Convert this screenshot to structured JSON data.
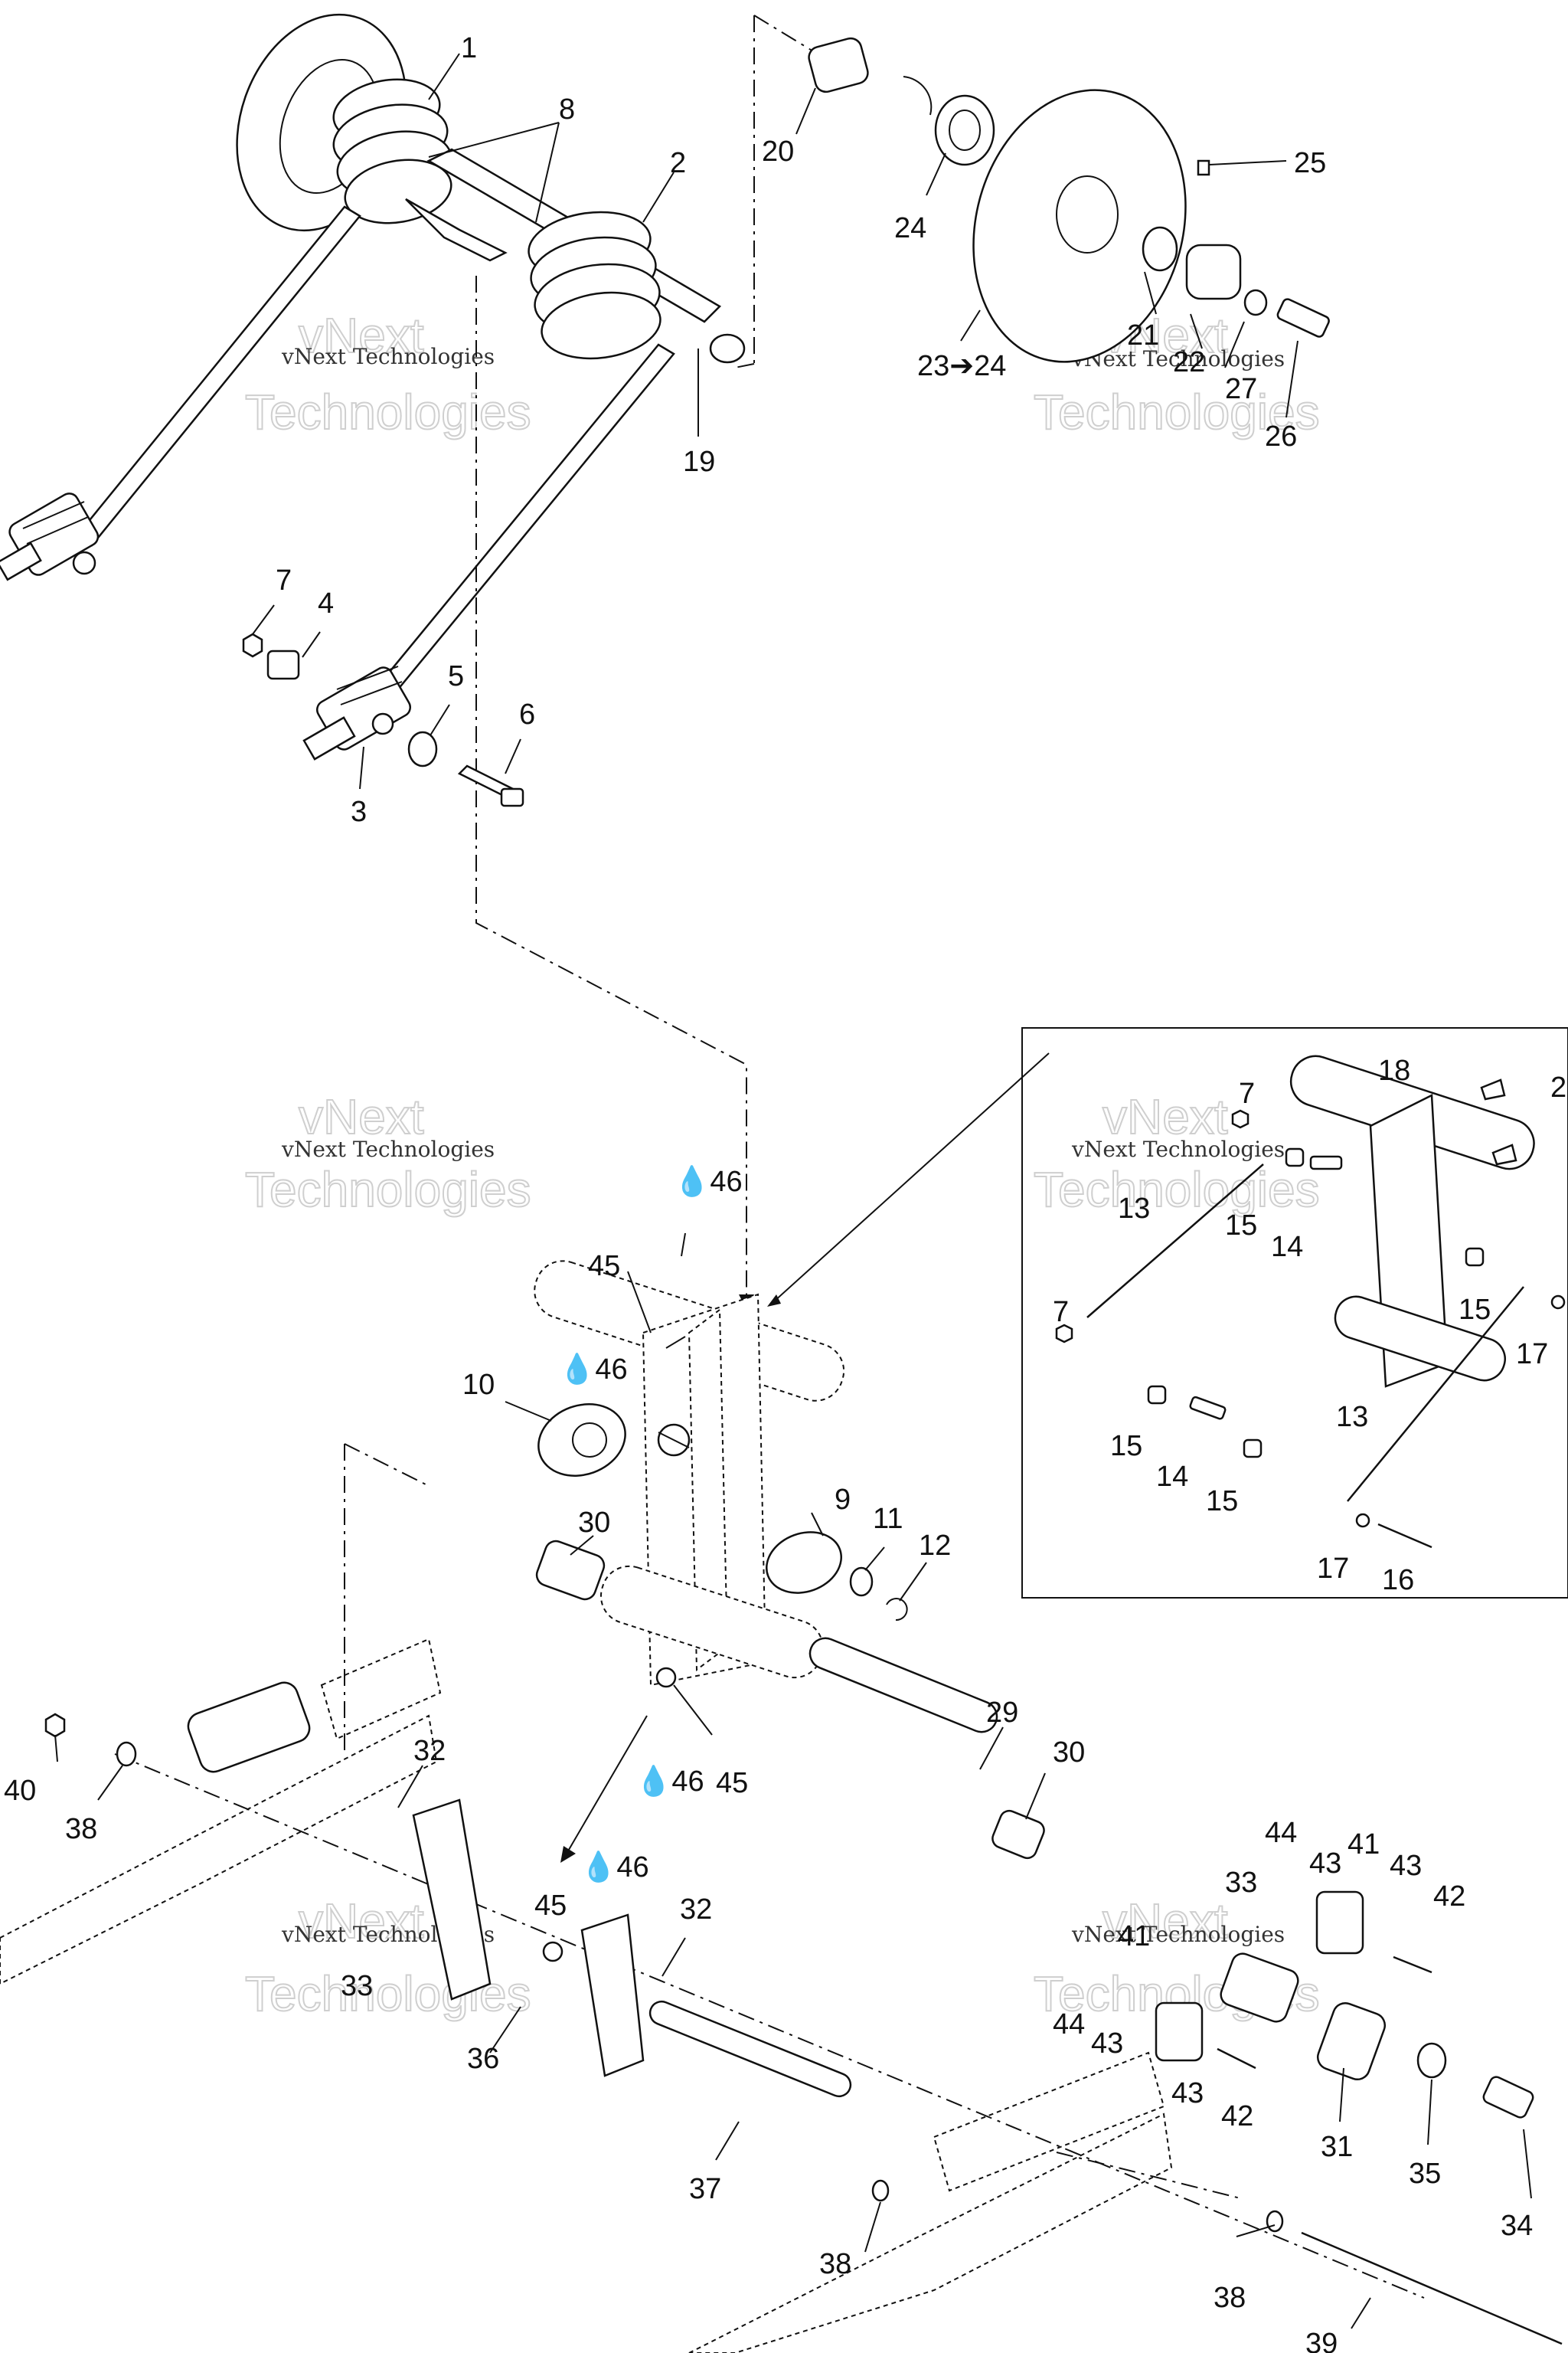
{
  "watermark": {
    "line1": "vNext Technologies",
    "big_top": "vNext",
    "big_bottom": "Technologies"
  },
  "callouts": {
    "c1": "1",
    "c2": "2",
    "c3": "3",
    "c4": "4",
    "c5": "5",
    "c6": "6",
    "c7a": "7",
    "c7b": "7",
    "c7c": "7",
    "c8": "8",
    "c9": "9",
    "c10": "10",
    "c11": "11",
    "c12": "12",
    "c13a": "13",
    "c13b": "13",
    "c14a": "14",
    "c14b": "14",
    "c15a": "15",
    "c15b": "15",
    "c15c": "15",
    "c15d": "15",
    "c16": "16",
    "c17a": "17",
    "c17b": "17",
    "c18": "18",
    "c19": "19",
    "c20": "20",
    "c21": "21",
    "c22": "22",
    "c23": "23➔24",
    "c24": "24",
    "c25": "25",
    "c26": "26",
    "c27": "27",
    "c2e": "2",
    "c29": "29",
    "c30a": "30",
    "c30b": "30",
    "c31": "31",
    "c32a": "32",
    "c32b": "32",
    "c33a": "33",
    "c33b": "33",
    "c34": "34",
    "c35": "35",
    "c36": "36",
    "c37": "37",
    "c38a": "38",
    "c38b": "38",
    "c38c": "38",
    "c39": "39",
    "c40": "40",
    "c41a": "41",
    "c41b": "41",
    "c42a": "42",
    "c42b": "42",
    "c43a": "43",
    "c43b": "43",
    "c43c": "43",
    "c43d": "43",
    "c44a": "44",
    "c44b": "44",
    "c45a": "45",
    "c45b": "45",
    "c45c": "45",
    "c46a": "46",
    "c46b": "46",
    "c46c": "46",
    "c46d": "46"
  }
}
